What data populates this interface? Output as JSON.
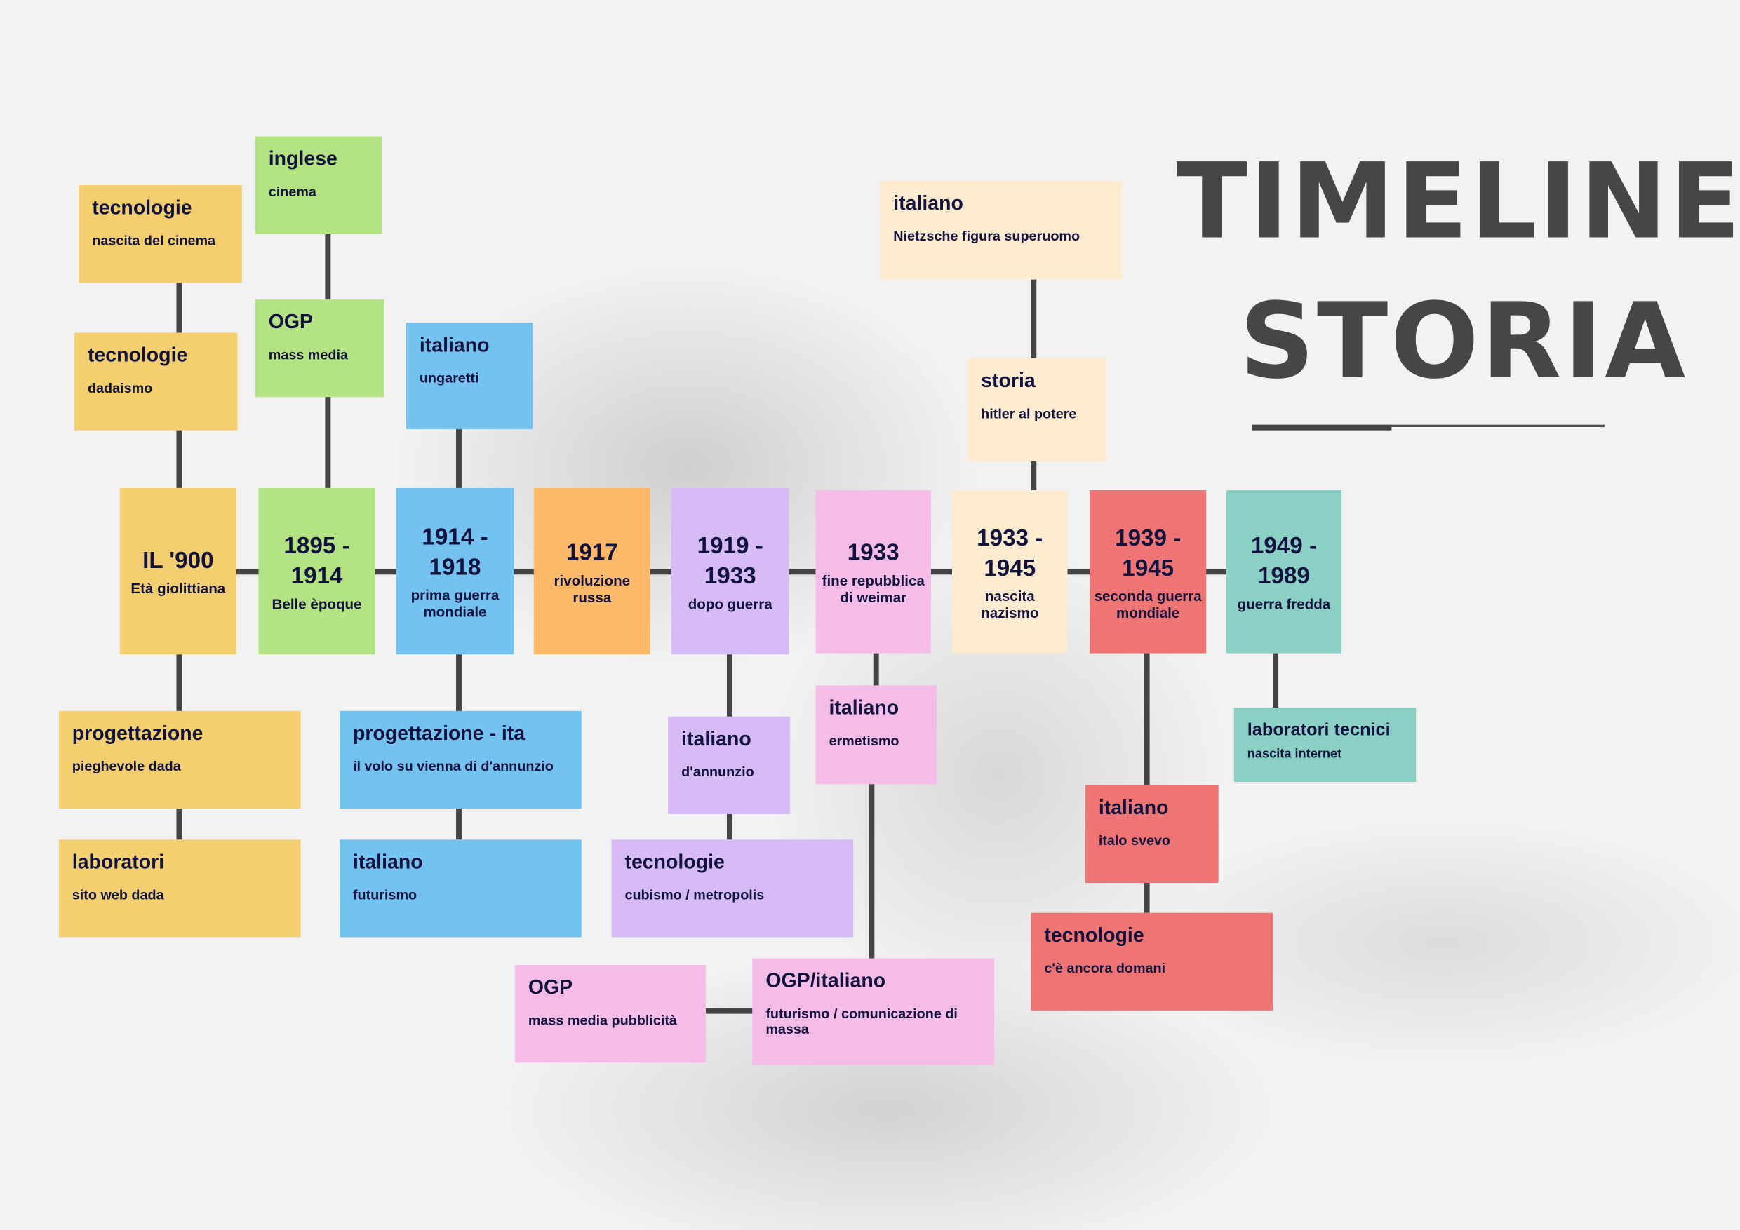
{
  "title": {
    "line1": "TIMELINE",
    "line2": "STORIA"
  },
  "timeline": [
    {
      "title": "IL '900",
      "sub": "Età giolittiana"
    },
    {
      "title": "1895 - 1914",
      "sub": "Belle èpoque"
    },
    {
      "title": "1914 - 1918",
      "sub": "prima guerra mondiale"
    },
    {
      "title": "1917",
      "sub": "rivoluzione russa"
    },
    {
      "title": "1919 - 1933",
      "sub": "dopo guerra"
    },
    {
      "title": "1933",
      "sub": "fine repubblica di weimar"
    },
    {
      "title": "1933 - 1945",
      "sub": "nascita nazismo"
    },
    {
      "title": "1939 - 1945",
      "sub": "seconda guerra mondiale"
    },
    {
      "title": "1949 - 1989",
      "sub": "guerra fredda"
    }
  ],
  "notes": {
    "tec_cinema": {
      "title": "tecnologie",
      "sub": "nascita del cinema"
    },
    "tec_dada": {
      "title": "tecnologie",
      "sub": "dadaismo"
    },
    "inglese": {
      "title": "inglese",
      "sub": "cinema"
    },
    "ogp_mass": {
      "title": "OGP",
      "sub": "mass media"
    },
    "ita_ung": {
      "title": "italiano",
      "sub": "ungaretti"
    },
    "ita_nietz": {
      "title": "italiano",
      "sub": "Nietzsche figura superuomo"
    },
    "storia_hitler": {
      "title": "storia",
      "sub": "hitler al potere"
    },
    "prog_dada": {
      "title": "progettazione",
      "sub": "pieghevole dada"
    },
    "lab_sito": {
      "title": "laboratori",
      "sub": "sito web dada"
    },
    "prog_ita": {
      "title": "progettazione - ita",
      "sub": "il volo su vienna di d'annunzio"
    },
    "ita_fut": {
      "title": "italiano",
      "sub": "futurismo"
    },
    "ita_dann": {
      "title": "italiano",
      "sub": "d'annunzio"
    },
    "tec_cub": {
      "title": "tecnologie",
      "sub": "cubismo / metropolis"
    },
    "ita_erm": {
      "title": "italiano",
      "sub": "ermetismo"
    },
    "ogp_pub": {
      "title": "OGP",
      "sub": "mass media pubblicità"
    },
    "ogp_ita": {
      "title": "OGP/italiano",
      "sub": "futurismo / comunicazione di massa"
    },
    "ita_svevo": {
      "title": "italiano",
      "sub": "italo svevo"
    },
    "tec_domani": {
      "title": "tecnologie",
      "sub": "c'è ancora domani"
    },
    "lab_tec": {
      "title": "laboratori tecnici",
      "sub": "nascita internet"
    }
  }
}
